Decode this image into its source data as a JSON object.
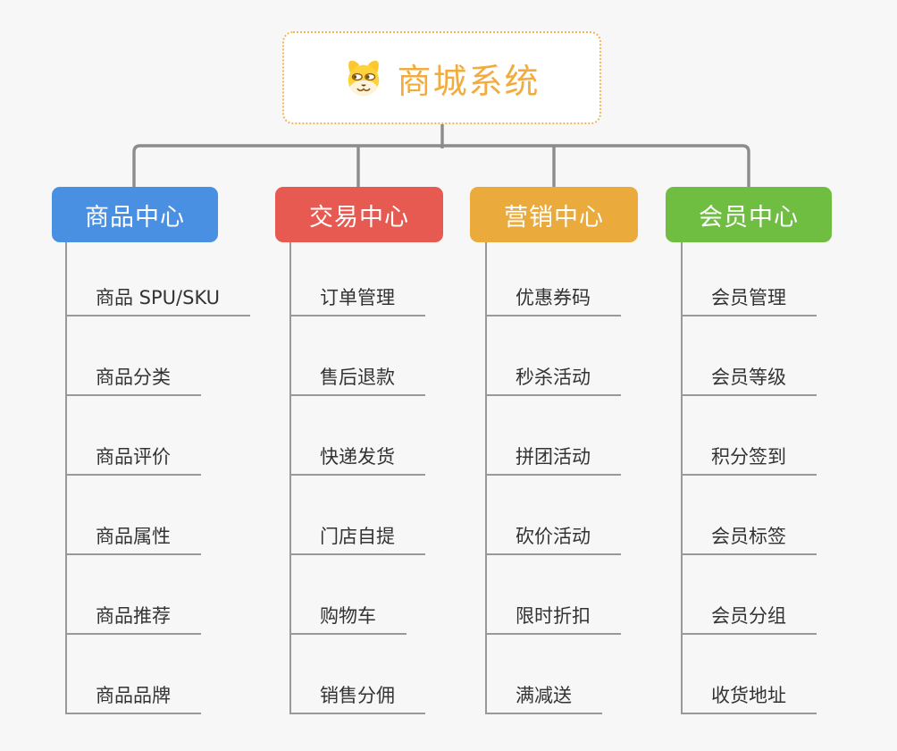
{
  "colors": {
    "background": "#f7f7f7",
    "connector": "#8c8c8c",
    "underline": "#999999",
    "item_text": "#333333",
    "root_text": "#f2ac3e",
    "root_border": "#f0b558",
    "node_text": "#ffffff"
  },
  "root": {
    "title": "商城系统",
    "icon": "dog-face-icon"
  },
  "branches": [
    {
      "label": "商品中心",
      "color": "#4a90e2",
      "items": [
        "商品 SPU/SKU",
        "商品分类",
        "商品评价",
        "商品属性",
        "商品推荐",
        "商品品牌"
      ]
    },
    {
      "label": "交易中心",
      "color": "#e75a52",
      "items": [
        "订单管理",
        "售后退款",
        "快递发货",
        "门店自提",
        "购物车",
        "销售分佣"
      ]
    },
    {
      "label": "营销中心",
      "color": "#eaab3c",
      "items": [
        "优惠券码",
        "秒杀活动",
        "拼团活动",
        "砍价活动",
        "限时折扣",
        "满减送"
      ]
    },
    {
      "label": "会员中心",
      "color": "#6fbe41",
      "items": [
        "会员管理",
        "会员等级",
        "积分签到",
        "会员标签",
        "会员分组",
        "收货地址"
      ]
    }
  ]
}
